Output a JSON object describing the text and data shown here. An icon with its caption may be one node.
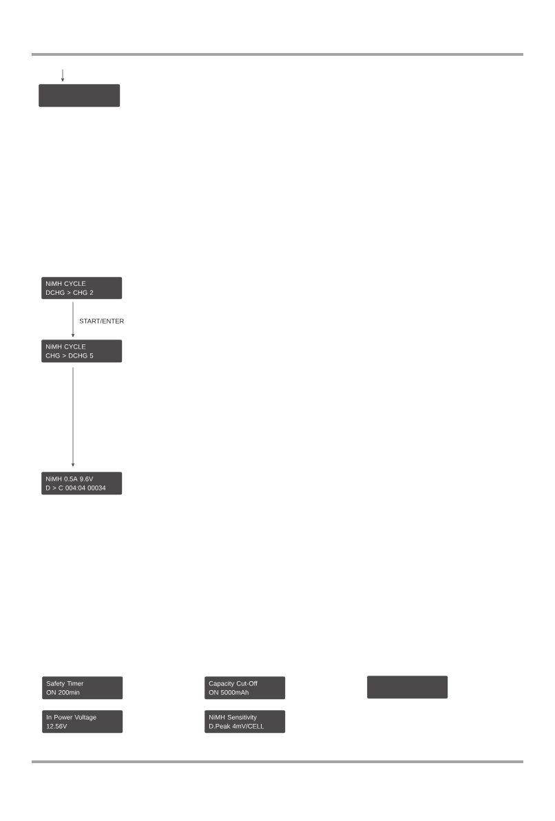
{
  "diagram": {
    "nodes": [
      {
        "text": [],
        "shape": "box"
      },
      {
        "text": [
          "NiMH CYCLE",
          "DCHG > CHG 2"
        ]
      },
      {
        "text": [
          "NiMH CYCLE",
          "CHG > DCHG 5"
        ]
      },
      {
        "text": [
          "NiMH 0.5A 9.6V",
          "D > C 004:04 00034"
        ]
      },
      {
        "text": [
          "Safety Timer",
          "ON 200min"
        ]
      },
      {
        "text": [
          "Capacity Cut-Off",
          "ON 5000mAh"
        ]
      },
      {
        "text": [],
        "shape": "box"
      },
      {
        "text": [
          "In Power Voltage",
          "12.56V"
        ]
      },
      {
        "text": [
          "NiMH Sensitivity",
          "D.Peak 4mV/CELL"
        ]
      }
    ],
    "edges": [
      {
        "from": null,
        "to": 0,
        "arrow": "to"
      },
      {
        "from": 1,
        "to": 2,
        "arrow": "to",
        "label": "START/ENTER"
      },
      {
        "from": 2,
        "to": 3,
        "arrow": "to"
      }
    ]
  }
}
